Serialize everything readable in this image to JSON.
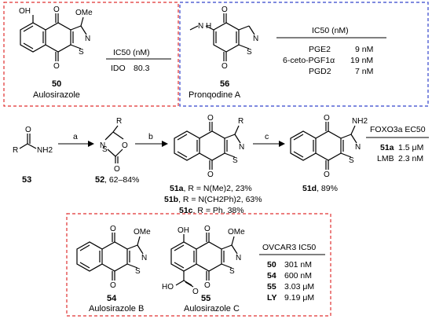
{
  "box_top_left": {
    "compound_number": "50",
    "compound_name": "Aulosirazole",
    "substituent_oh": "OH",
    "substituent_ome": "OMe",
    "table_header": "IC50 (nM)",
    "table_row_label": "IDO",
    "table_row_value": "80.3",
    "border_color": "#e03030"
  },
  "box_top_right": {
    "compound_number": "56",
    "compound_name": "Pronqodine A",
    "substituent_nh": "H",
    "table_header": "IC50 (nM)",
    "rows": [
      {
        "label": "PGE2",
        "value": "9 nM"
      },
      {
        "label": "6-ceto-PGF1α",
        "value": "19 nM"
      },
      {
        "label": "PGD2",
        "value": "7 nM"
      }
    ],
    "border_color": "#3344cc"
  },
  "reaction": {
    "start_number": "53",
    "start_r": "R",
    "start_nh2": "NH2",
    "step_a": "a",
    "step_b": "b",
    "step_c": "c",
    "intermediate_number": "52",
    "intermediate_yield": ", 62–84%",
    "product_r": "R",
    "product_lines": [
      {
        "id": "51a",
        "text": ", R = N(Me)2, 23%"
      },
      {
        "id": "51b",
        "text": ", R = N(CH2Ph)2, 63%"
      },
      {
        "id": "51c",
        "text": ", R = Ph,  38%"
      }
    ],
    "final_number": "51d",
    "final_yield": ", 89%",
    "final_nh2": "NH2"
  },
  "foxo_table": {
    "header": "FOXO3a EC50",
    "rows": [
      {
        "label": "51a",
        "value": "1.5 μM"
      },
      {
        "label": "LMB",
        "value": "2.3 nM"
      }
    ]
  },
  "box_bottom": {
    "compound_54_number": "54",
    "compound_54_name": "Aulosirazole B",
    "compound_55_number": "55",
    "compound_55_name": "Aulosirazole C",
    "table_header": "OVCAR3 IC50",
    "rows": [
      {
        "label": "50",
        "value": "301 nM"
      },
      {
        "label": "54",
        "value": "600 nM"
      },
      {
        "label": "55",
        "value": "3.03 μM"
      },
      {
        "label": "LY",
        "value": "9.19 μM"
      }
    ],
    "border_color": "#e03030"
  },
  "atoms": {
    "O": "O",
    "N": "N",
    "S": "S",
    "OMe": "OMe",
    "OH": "OH",
    "HO": "HO"
  }
}
